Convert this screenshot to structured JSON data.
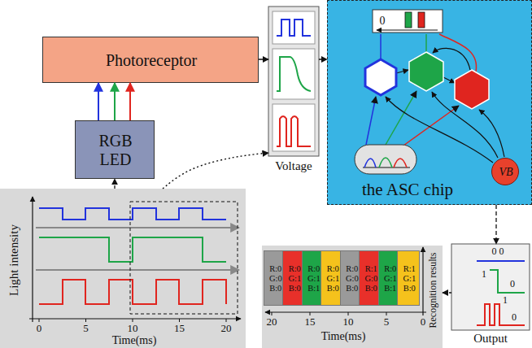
{
  "diagram": {
    "nodes": [
      {
        "text": [
          "Photoreceptor"
        ]
      },
      {
        "text": [
          "RGB LED"
        ]
      },
      {
        "text": [
          "Voltage"
        ]
      },
      {
        "text": [
          "the ASC chip"
        ]
      },
      {
        "text": [
          "VB"
        ],
        "in": 3
      },
      {
        "text": [
          "Light intensity",
          "Time(ms)"
        ]
      },
      {
        "text": [
          "Recognition results",
          "Time(ms)"
        ]
      },
      {
        "text": [
          "R:0 G:0 B:0"
        ],
        "in": 6
      },
      {
        "text": [
          "R:0 G:1 B:0"
        ],
        "in": 6
      },
      {
        "text": [
          "R:0 G:1 B:1"
        ],
        "in": 6
      },
      {
        "text": [
          "R:0 G:1 B:0"
        ],
        "in": 6
      },
      {
        "text": [
          "R:0 G:0 B:0"
        ],
        "in": 6
      },
      {
        "text": [
          "R:1 G:0 B:0"
        ],
        "in": 6
      },
      {
        "text": [
          "R:0 G:1 B:1"
        ],
        "in": 6
      },
      {
        "text": [
          "R:1 G:1 B:0"
        ],
        "in": 6
      },
      {
        "text": [
          "Output"
        ]
      }
    ],
    "edges": [
      {
        "from": 1,
        "to": 0,
        "arrow": "to"
      },
      {
        "from": 1,
        "to": 0,
        "arrow": "to"
      },
      {
        "from": 1,
        "to": 0,
        "arrow": "to"
      },
      {
        "from": 0,
        "to": 2,
        "arrow": "to"
      },
      {
        "from": 2,
        "to": 3,
        "arrow": "to"
      },
      {
        "from": 5,
        "to": 1,
        "arrow": "to"
      },
      {
        "from": 5,
        "to": 2,
        "arrow": "to"
      },
      {
        "from": 3,
        "to": 15,
        "arrow": "to"
      },
      {
        "from": 15,
        "to": 6,
        "arrow": "to"
      }
    ],
    "labels": [
      "0",
      "0 0",
      "1",
      "0",
      "1",
      "0",
      "0",
      "5",
      "10",
      "15",
      "20",
      "20",
      "15",
      "10",
      "5",
      "0"
    ]
  }
}
